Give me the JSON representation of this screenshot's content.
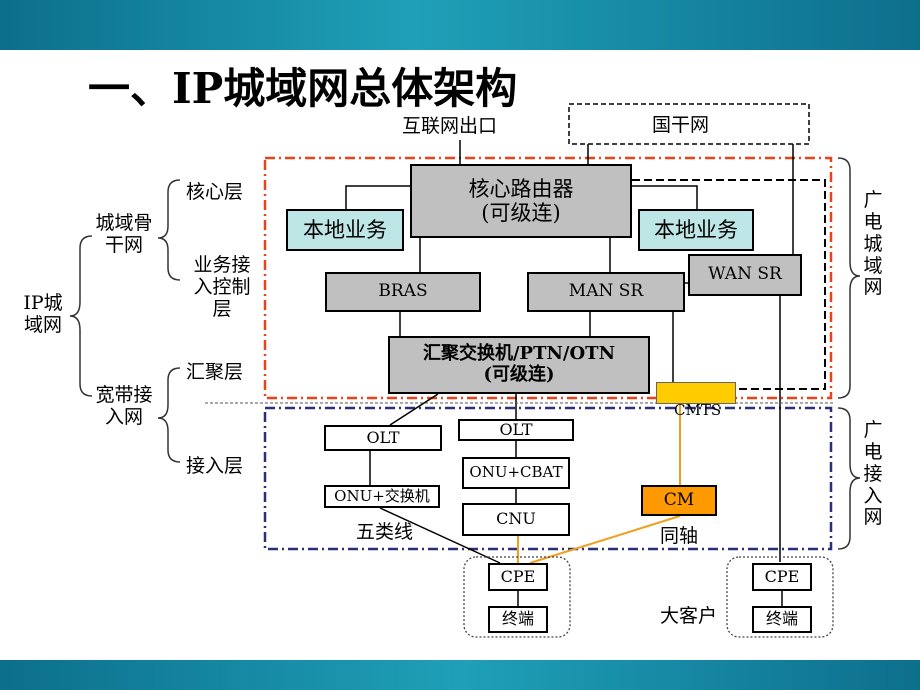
{
  "title": "一、IP城域网总体架构",
  "labels": {
    "internet_exit": "互联网出口",
    "backbone_net": "国干网",
    "ip_metro": "IP城域网",
    "metro_backbone": "城域骨干网",
    "broadband_access": "宽带接入网",
    "core_layer": "核心层",
    "service_access_layer": "业务接入控制层",
    "aggregation_layer": "汇聚层",
    "access_layer": "接入层",
    "cable_metro": "广电城域网",
    "cable_access": "广电接入网",
    "cat5": "五类线",
    "coax": "同轴",
    "big_customer": "大客户"
  },
  "nodes": {
    "core_router": {
      "line1": "核心路由器",
      "line2": "(可级连)"
    },
    "local_service_left": "本地业务",
    "local_service_right": "本地业务",
    "wan_sr": "WAN SR",
    "bras": "BRAS",
    "man_sr": "MAN SR",
    "agg_switch": {
      "line1": "汇聚交换机/PTN/OTN",
      "line2": "(可级连)"
    },
    "cmts": "CMTS",
    "olt_left": "OLT",
    "olt_mid": "OLT",
    "onu_switch": "ONU+交换机",
    "onu_cbat": "ONU+CBAT",
    "cnu": "CNU",
    "cm": "CM",
    "cpe_left": "CPE",
    "terminal_left": "终端",
    "cpe_right": "CPE",
    "terminal_right": "终端"
  },
  "colors": {
    "metro_border": "#e8431b",
    "access_border": "#2b2f7a",
    "orange_line": "#f0a020",
    "gray_box": "#c0c0c0",
    "teal_box": "#bfe6e6",
    "cm_fill": "#ff9900",
    "cmts_fill": "#ffcc00"
  }
}
